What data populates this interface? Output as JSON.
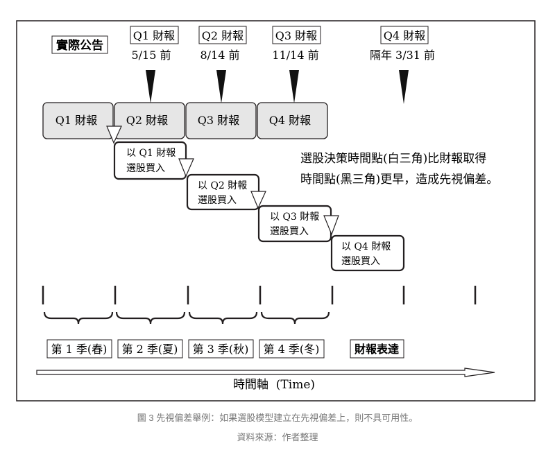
{
  "announce_label": "實際公告",
  "reports_top": [
    {
      "label": "Q1 財報",
      "deadline": "5/15 前"
    },
    {
      "label": "Q2 財報",
      "deadline": "8/14 前"
    },
    {
      "label": "Q3 財報",
      "deadline": "11/14 前"
    },
    {
      "label": "Q4 財報",
      "deadline": "隔年 3/31 前"
    }
  ],
  "report_periods": [
    "Q1 財報",
    "Q2 財報",
    "Q3 財報",
    "Q4 財報"
  ],
  "buy_boxes": [
    {
      "line1": "以 Q1 財報",
      "line2": "選股買入"
    },
    {
      "line1": "以 Q2 財報",
      "line2": "選股買入"
    },
    {
      "line1": "以 Q3 財報",
      "line2": "選股買入"
    },
    {
      "line1": "以 Q4 財報",
      "line2": "選股買入"
    }
  ],
  "note": {
    "line1": "選股決策時間點(白三角)比財報取得",
    "line2": "時間點(黑三角)更早，造成先視偏差。"
  },
  "seasons": [
    "第 1 季(春)",
    "第 2 季(夏)",
    "第 3 季(秋)",
    "第 4 季(冬)"
  ],
  "report_expression": "財報表達",
  "axis_label": "時間軸  (Time)",
  "caption": "圖 3 先視偏差舉例：如果選股模型建立在先視偏差上，則不具可用性。",
  "source": "資料來源：作者整理",
  "colors": {
    "grey_box": "#e6e6e6",
    "stroke": "#231f20",
    "caption": "#777777"
  }
}
